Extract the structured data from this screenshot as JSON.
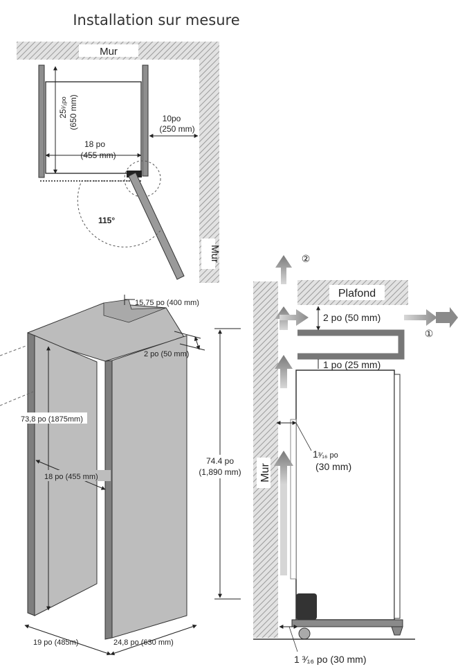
{
  "title": "Installation sur mesure",
  "top_view": {
    "wall_top": "Mur",
    "wall_right": "Mur",
    "depth_in": "25",
    "depth_frac": "¹⁄₂po",
    "depth_mm": "(650 mm)",
    "width_in": "18 po",
    "width_mm": "(455 mm)",
    "side_gap_in": "10po",
    "side_gap_mm": "(250 mm)",
    "door_angle": "115°"
  },
  "cabinet_view": {
    "top_width": "15,75 po (400 mm)",
    "top_gap": "2 po (50 mm)",
    "inner_height": "73,8 po (1875mm)",
    "inner_width": "18 po (455 mm)",
    "outer_height_in": "74.4 po",
    "outer_height_mm": "(1,890 mm)",
    "front_width": "19 po (485m)",
    "side_depth": "24,8 po (630 mm)"
  },
  "side_view": {
    "ceiling": "Plafond",
    "wall": "Mur",
    "top_gap": "2 po (50 mm)",
    "ceiling_gap": "1 po (25 mm)",
    "airflow_1": "①",
    "airflow_2": "②",
    "back_gap_main": "1",
    "back_gap_frac": "³⁄₁₆ po",
    "back_gap_mm": "(30 mm)",
    "bottom_gap": "1 ³⁄₁₆ po (30 mm)"
  }
}
